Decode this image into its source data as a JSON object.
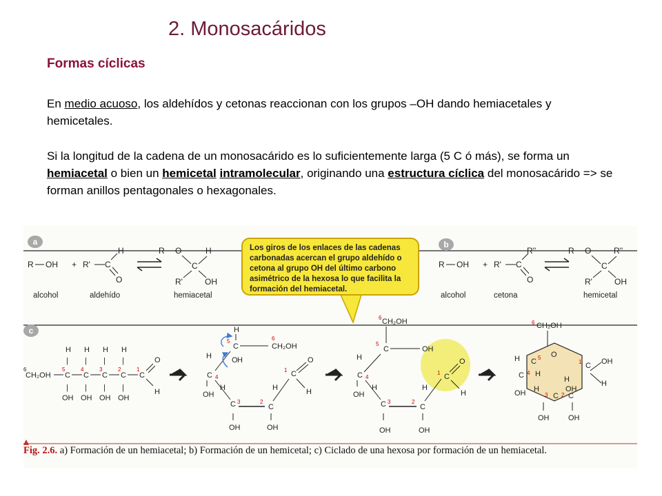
{
  "title": "2. Monosacáridos",
  "subtitle": "Formas cíclicas",
  "para1": {
    "t1": "En ",
    "u1": "medio acuoso",
    "t2": ", los aldehídos y cetonas reaccionan con los grupos –OH dando hemiacetales y hemicetales."
  },
  "para2": {
    "t1": "Si la longitud de la cadena de un monosacárido es lo suficientemente larga (5 C ó más), se forma un ",
    "b1": "hemiacetal",
    "t2": " o bien un ",
    "b2": "hemicetal",
    "t3": " ",
    "b3": "intramolecular",
    "t4": ", originando una ",
    "b4": "estructura cíclica",
    "t5": " del monosacárido => se forman anillos pentagonales o hexagonales."
  },
  "figure": {
    "panel_a": "a",
    "panel_b": "b",
    "panel_c": "c",
    "alcohol": "alcohol",
    "aldehido": "aldehído",
    "hemiacetal": "hemiacetal",
    "cetona": "cetona",
    "hemicetal": "hemicetal",
    "callout": "Los giros de los enlaces de las cadenas carbonadas acercan el grupo aldehído o cetona al grupo OH del último carbono asimétrico de la hexosa lo que facilita la formación del hemiacetal.",
    "caption_label": "Fig. 2.6.",
    "caption_text": " a) Formación de un hemiacetal; b) Formación de un hemicetal; c) Ciclado de una hexosa por formación de un hemiacetal.",
    "colors": {
      "callout_bg": "#f7e73a",
      "highlight": "#f1ec6a",
      "ring": "#f3e2b4",
      "label_bg": "#a8a8a8",
      "caption_red": "#b01818"
    }
  }
}
